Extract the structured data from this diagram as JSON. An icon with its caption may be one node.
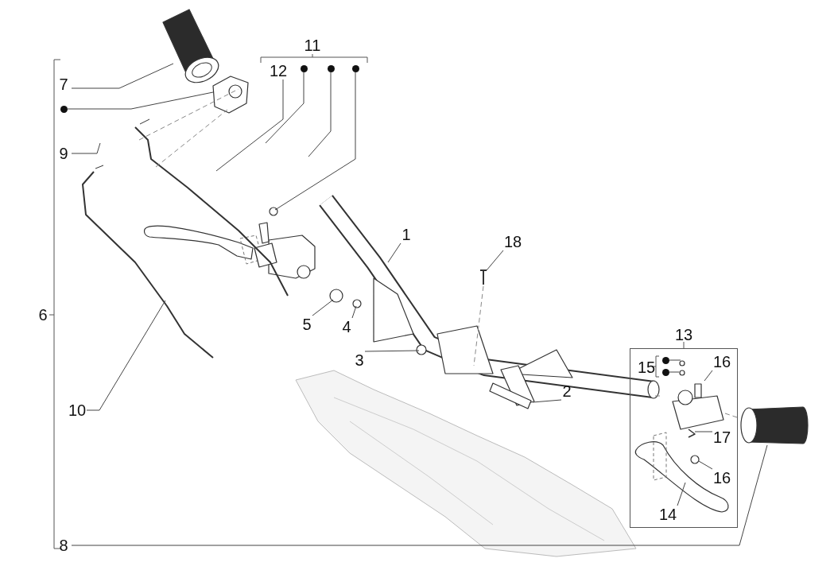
{
  "diagram": {
    "nodes": [
      {
        "text": [
          "7"
        ]
      },
      {
        "text": [
          "12"
        ]
      },
      {
        "text": [],
        "shape": "circle"
      },
      {
        "text": [],
        "shape": "circle"
      },
      {
        "text": [],
        "shape": "circle"
      },
      {
        "text": [],
        "shape": "circle"
      },
      {
        "text": [
          "9"
        ]
      },
      {
        "text": [
          "1"
        ]
      },
      {
        "text": [
          "18"
        ]
      },
      {
        "text": [
          "5"
        ]
      },
      {
        "text": [
          "4"
        ]
      },
      {
        "text": [
          "13"
        ]
      },
      {
        "text": [
          "15"
        ],
        "in": 11
      },
      {
        "text": [],
        "shape": "circle",
        "in": 11
      },
      {
        "text": [],
        "shape": "circle",
        "in": 11
      },
      {
        "text": [
          "16"
        ],
        "in": 11
      },
      {
        "text": [
          "3"
        ]
      },
      {
        "text": [
          "2"
        ]
      },
      {
        "text": [
          "10"
        ]
      },
      {
        "text": [
          "17"
        ],
        "in": 11
      },
      {
        "text": [
          "16"
        ],
        "in": 11
      },
      {
        "text": [
          "14"
        ],
        "in": 11
      },
      {
        "text": [
          "8"
        ]
      }
    ],
    "edges": [
      {
        "from": 0,
        "to": null,
        "arrow": "none"
      },
      {
        "from": 1,
        "to": null,
        "arrow": "none"
      },
      {
        "from": 2,
        "to": null,
        "arrow": "none"
      },
      {
        "from": 3,
        "to": null,
        "arrow": "none"
      },
      {
        "from": 4,
        "to": null,
        "arrow": "none"
      },
      {
        "from": 5,
        "to": null,
        "arrow": "none"
      },
      {
        "from": 6,
        "to": null,
        "arrow": "none"
      },
      {
        "from": 7,
        "to": null,
        "arrow": "none"
      },
      {
        "from": 8,
        "to": null,
        "arrow": "none"
      },
      {
        "from": 9,
        "to": null,
        "arrow": "none"
      },
      {
        "from": 10,
        "to": null,
        "arrow": "none"
      },
      {
        "from": 13,
        "to": null,
        "arrow": "none"
      },
      {
        "from": 14,
        "to": null,
        "arrow": "none"
      },
      {
        "from": 15,
        "to": null,
        "arrow": "none"
      },
      {
        "from": 16,
        "to": null,
        "arrow": "none"
      },
      {
        "from": 17,
        "to": null,
        "arrow": "none"
      },
      {
        "from": 18,
        "to": null,
        "arrow": "none"
      },
      {
        "from": 19,
        "to": null,
        "arrow": "none"
      },
      {
        "from": 20,
        "to": null,
        "arrow": "none"
      },
      {
        "from": 21,
        "to": null,
        "arrow": "none"
      },
      {
        "from": 22,
        "to": null,
        "arrow": "none"
      }
    ],
    "labels": [
      "11",
      "6"
    ]
  }
}
